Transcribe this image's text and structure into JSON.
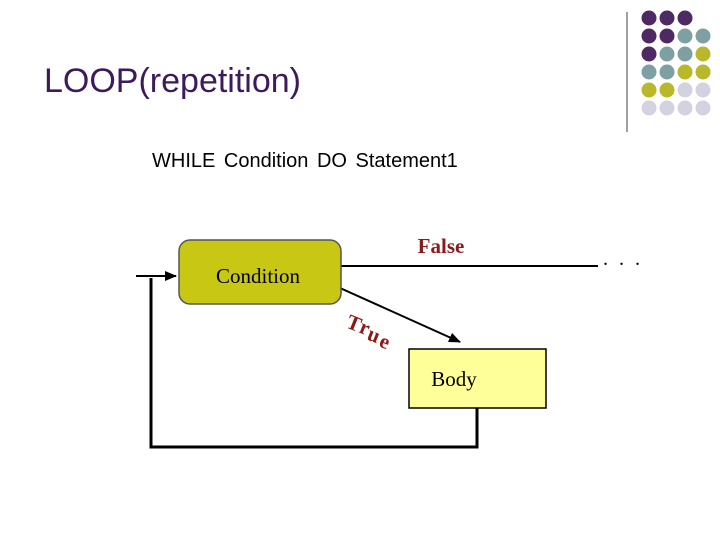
{
  "slide": {
    "title": "LOOP(repetition)",
    "statement": "WHILE  Condition  DO  Statement1"
  },
  "diagram": {
    "condition_label": "Condition",
    "false_label": "False",
    "true_letters": [
      "T",
      "r",
      "u",
      "e"
    ],
    "body_label": "Body",
    "continuation": ". . ."
  },
  "colors": {
    "title": "#3d1a5c",
    "condition_fill": "#c8c814",
    "body_fill": "#ffff99",
    "branch_text": "#8b1a1a",
    "dot_purple": "#4d2a63",
    "dot_teal": "#7fa0a3",
    "dot_olive": "#b8b82a",
    "dot_lavender": "#d2d2e0"
  },
  "decoration": {
    "dot_grid": [
      [
        "dot_purple",
        "dot_purple",
        "dot_purple",
        null
      ],
      [
        "dot_purple",
        "dot_purple",
        "dot_teal",
        "dot_teal"
      ],
      [
        "dot_purple",
        "dot_teal",
        "dot_teal",
        "dot_olive"
      ],
      [
        "dot_teal",
        "dot_teal",
        "dot_olive",
        "dot_olive"
      ],
      [
        "dot_olive",
        "dot_olive",
        "dot_lavender",
        "dot_lavender"
      ],
      [
        "dot_lavender",
        "dot_lavender",
        "dot_lavender",
        "dot_lavender"
      ]
    ]
  }
}
